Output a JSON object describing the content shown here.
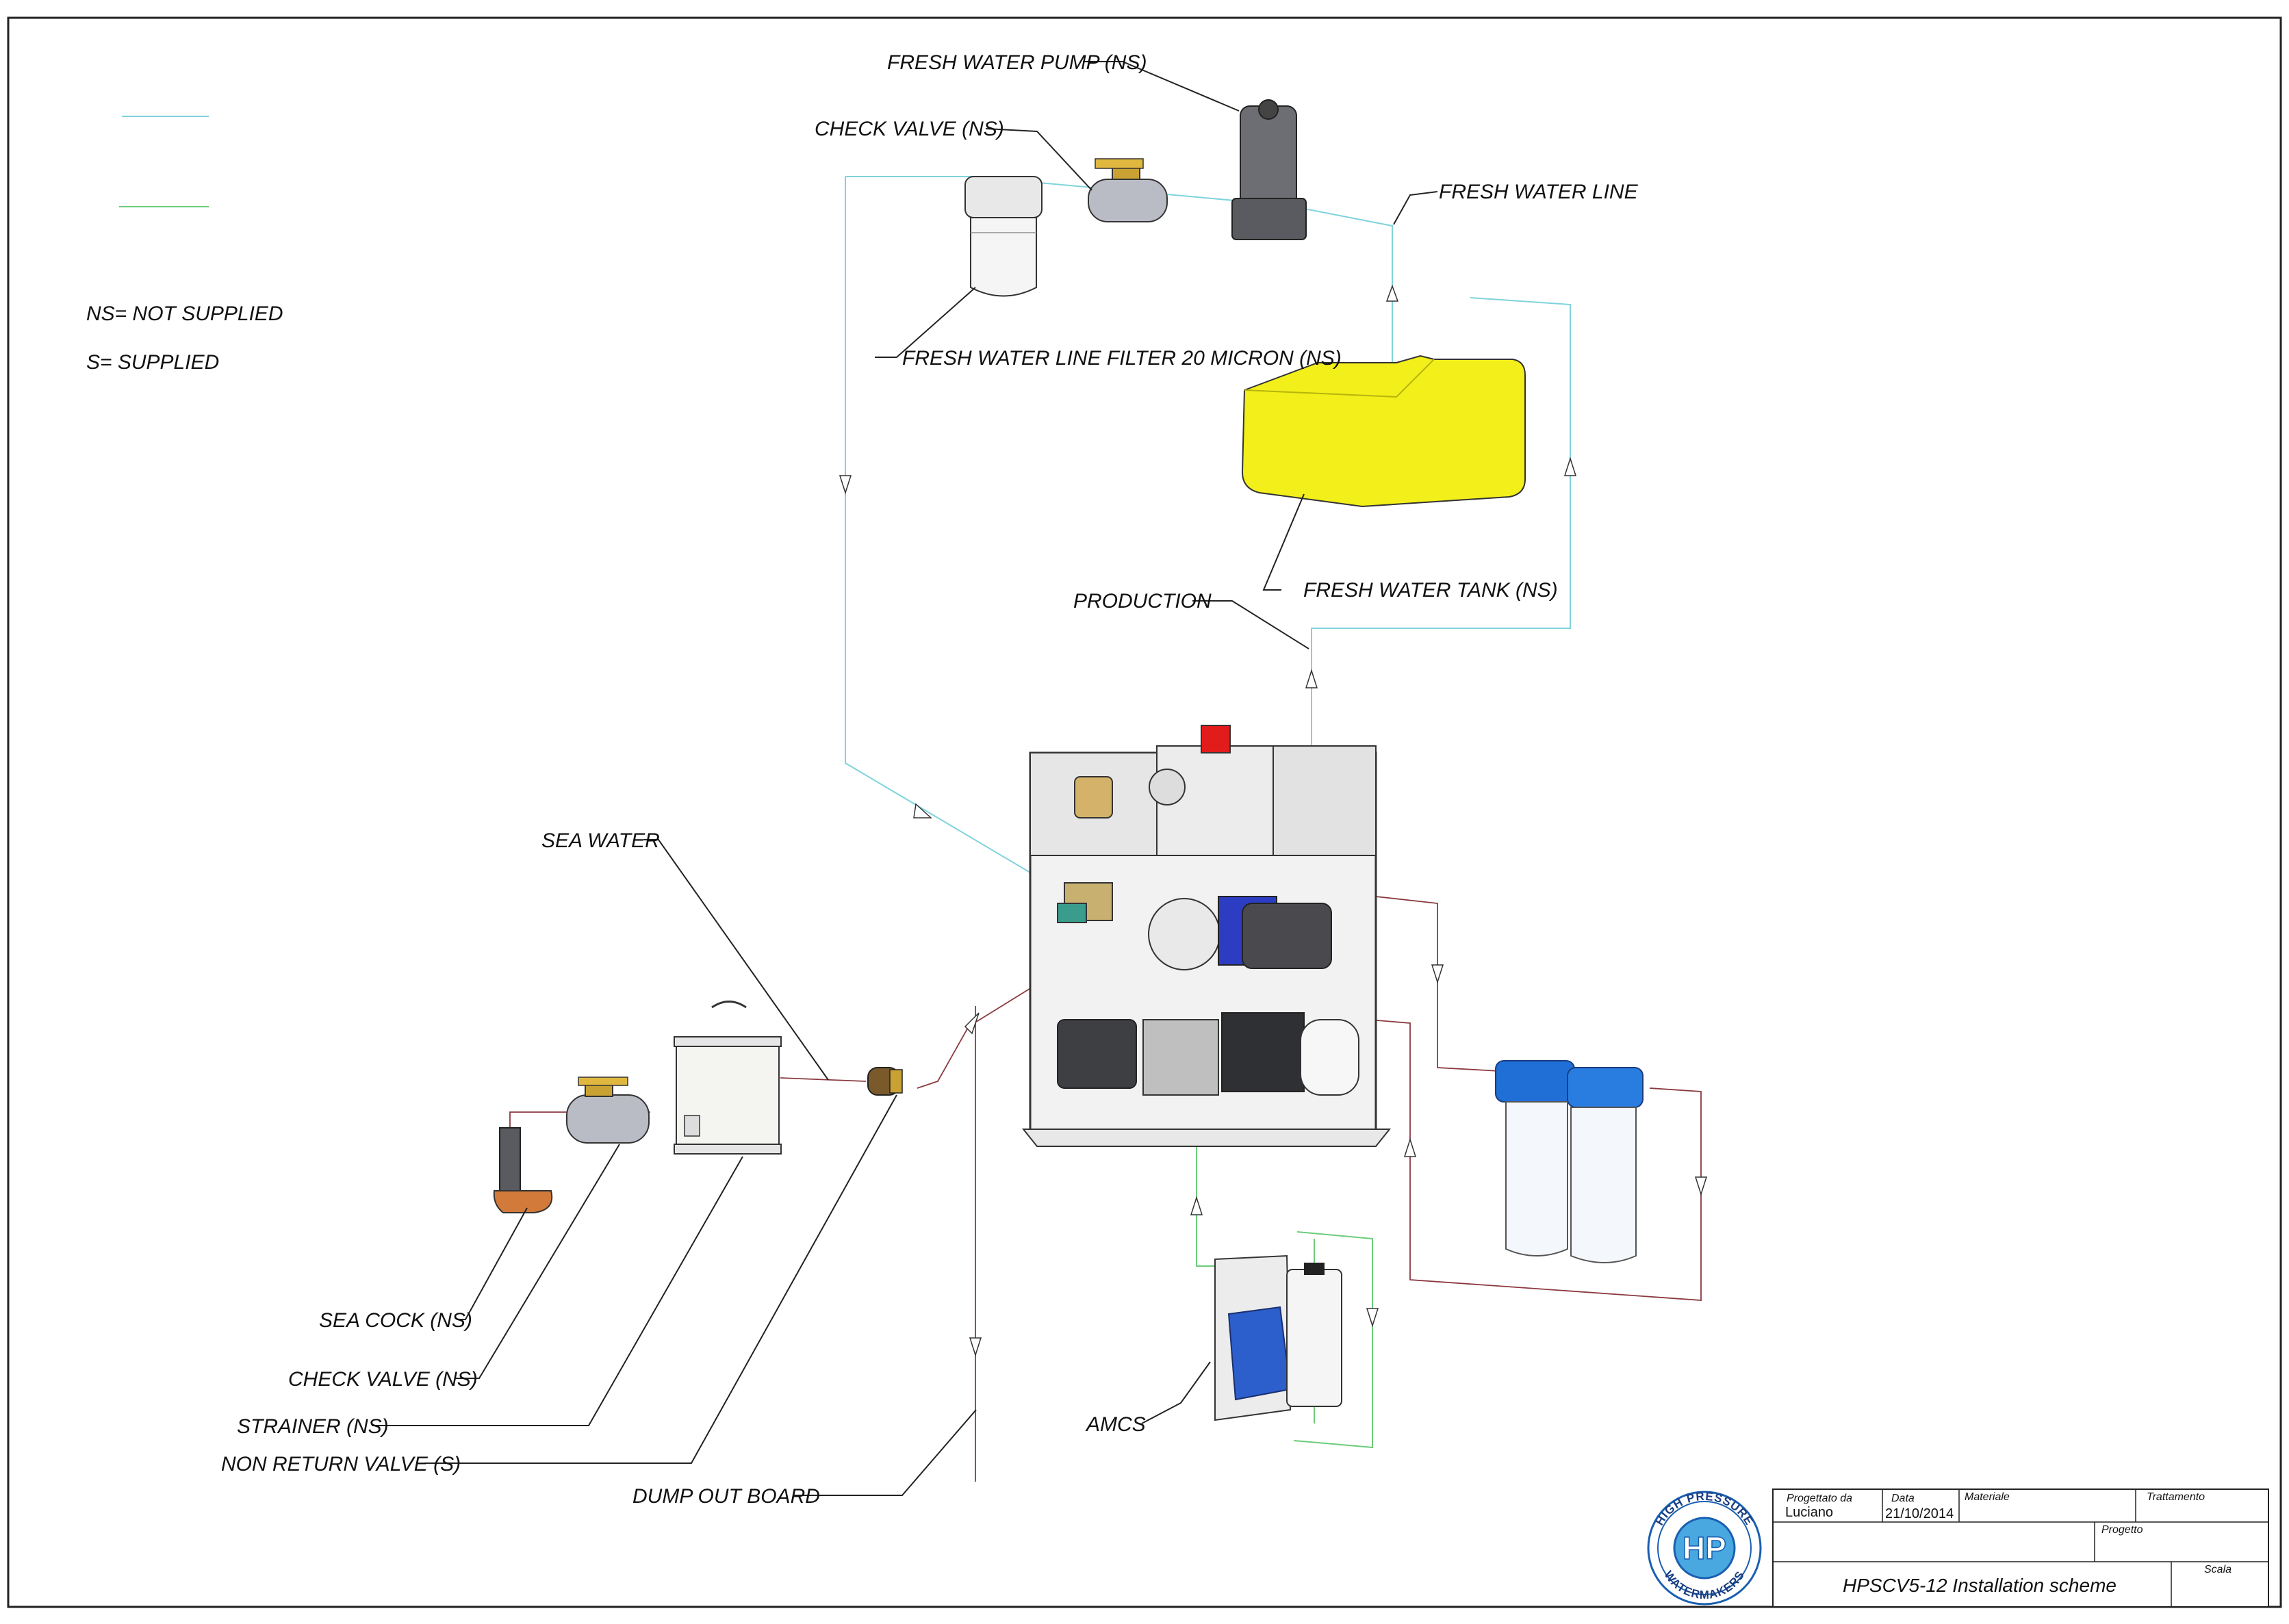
{
  "legend": {
    "ns_note": "NS= NOT SUPPLIED",
    "s_note": "S= SUPPLIED",
    "fresh_line_color": "#7fd3dc",
    "green_line_color": "#6ccc7a"
  },
  "labels": {
    "fresh_water_pump": "FRESH WATER PUMP  (NS)",
    "check_valve_top": "CHECK VALVE  (NS)",
    "fresh_water_line": "FRESH WATER LINE",
    "fw_filter": "FRESH WATER LINE FILTER 20 MICRON    (NS)",
    "fresh_water_tank": "FRESH WATER TANK  (NS)",
    "production": "PRODUCTION",
    "sea_water": "SEA WATER",
    "sea_cock": "SEA COCK  (NS)",
    "check_valve_bottom": "CHECK VALVE  (NS)",
    "strainer": "STRAINER  (NS)",
    "non_return_valve": "NON RETURN VALVE (S)",
    "dump_out_board": "DUMP OUT BOARD",
    "amcs": "AMCS"
  },
  "title_block": {
    "designed_by_label": "Progettato da",
    "designed_by": "Luciano",
    "date_label": "Data",
    "date": "21/10/2014",
    "material_label": "Materiale",
    "treatment_label": "Trattamento",
    "project_label": "Progetto",
    "scale_label": "Scala",
    "title": "HPSCV5-12 Installation scheme",
    "logo_top_text": "HIGH PRESSURE",
    "logo_bottom_text": "WATERMAKERS",
    "logo_letters": "HP"
  },
  "colors": {
    "tank_yellow": "#f2ef1a",
    "filter_blue": "#1f6fd6",
    "valve_red": "#e21b1b",
    "seawater_line": "#8a3a40"
  }
}
